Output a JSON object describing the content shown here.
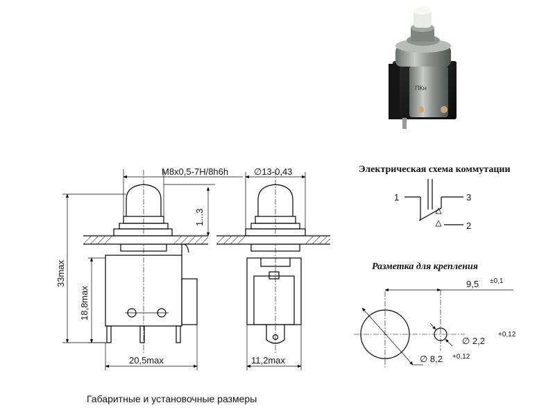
{
  "labels": {
    "thread": "M8x0,5-7H/8h6h",
    "diameter": "∅13-0,43",
    "stroke": "1...3",
    "height_total": "33max",
    "height_body": "18,8max",
    "width_body": "20,5max",
    "depth_body": "11,2max"
  },
  "schema": {
    "title": "Электрическая схема коммутации",
    "pin1": "1",
    "pin2": "2",
    "pin3": "3"
  },
  "mounting": {
    "title": "Разметка для крепления",
    "spacing": "9,5",
    "spacing_tol": "±0,1",
    "hole_small": "∅ 2,2",
    "hole_small_tol": "+0,12",
    "hole_large": "∅ 8,2",
    "hole_large_tol": "+0,12"
  },
  "caption": "Габаритные и установочные размеры"
}
